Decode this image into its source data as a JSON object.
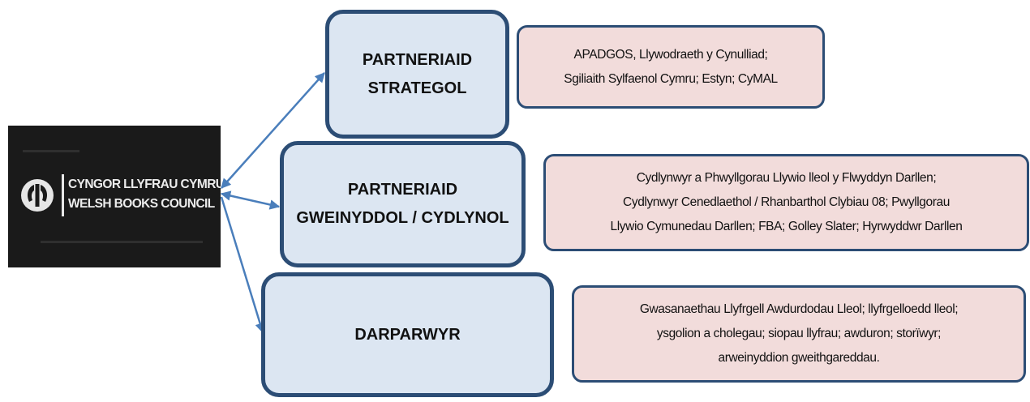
{
  "logo": {
    "line_1": "CYNGOR LLYFRAU CYMRU",
    "line_2": "WELSH BOOKS COUNCIL",
    "emblem_icon": "welsh-books-council-emblem"
  },
  "nodes": [
    {
      "id": "strategol",
      "title_lines": [
        "PARTNERIAID",
        "STRATEGOL"
      ],
      "details": [
        "APADGOS, Llywodraeth y Cynulliad;",
        "Sgiliaith Sylfaenol Cymru; Estyn; CyMAL"
      ]
    },
    {
      "id": "gweinyddol",
      "title_lines": [
        "PARTNERIAID",
        "GWEINYDDOL / CYDLYNOL"
      ],
      "details": [
        "Cydlynwyr a Phwyllgorau  Llywio lleol y Flwyddyn Darllen;",
        "Cydlynwyr Cenedlaethol / Rhanbarthol Clybiau 08; Pwyllgorau",
        "Llywio Cymunedau Darllen; FBA; Golley Slater; Hyrwyddwr Darllen"
      ]
    },
    {
      "id": "darparwyr",
      "title_lines": [
        "DARPARWYR"
      ],
      "details": [
        "Gwasanaethau Llyfrgell Awdurdodau  Lleol; llyfrgelloedd lleol;",
        "ysgolion a cholegau; siopau llyfrau; awduron; storïwyr;",
        "arweinyddion gweithgareddau."
      ]
    }
  ],
  "colors": {
    "node_fill": "#dce6f2",
    "node_border": "#2c4d75",
    "detail_fill": "#f2dcdb",
    "arrow": "#4a7ebb",
    "logo_background": "#1a1a1a"
  }
}
